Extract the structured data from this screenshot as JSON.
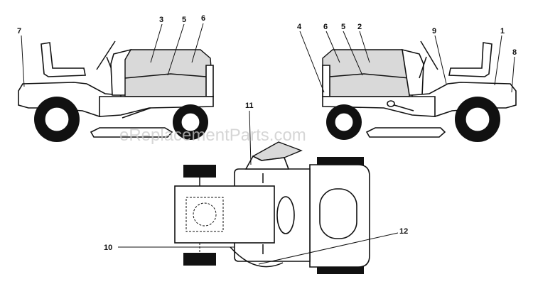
{
  "watermark": "eReplacementParts.com",
  "callouts": {
    "left_view": [
      "7",
      "3",
      "5",
      "6"
    ],
    "right_view": [
      "4",
      "6",
      "5",
      "2",
      "9",
      "1",
      "8"
    ],
    "top_view": [
      "11",
      "10",
      "12"
    ]
  }
}
